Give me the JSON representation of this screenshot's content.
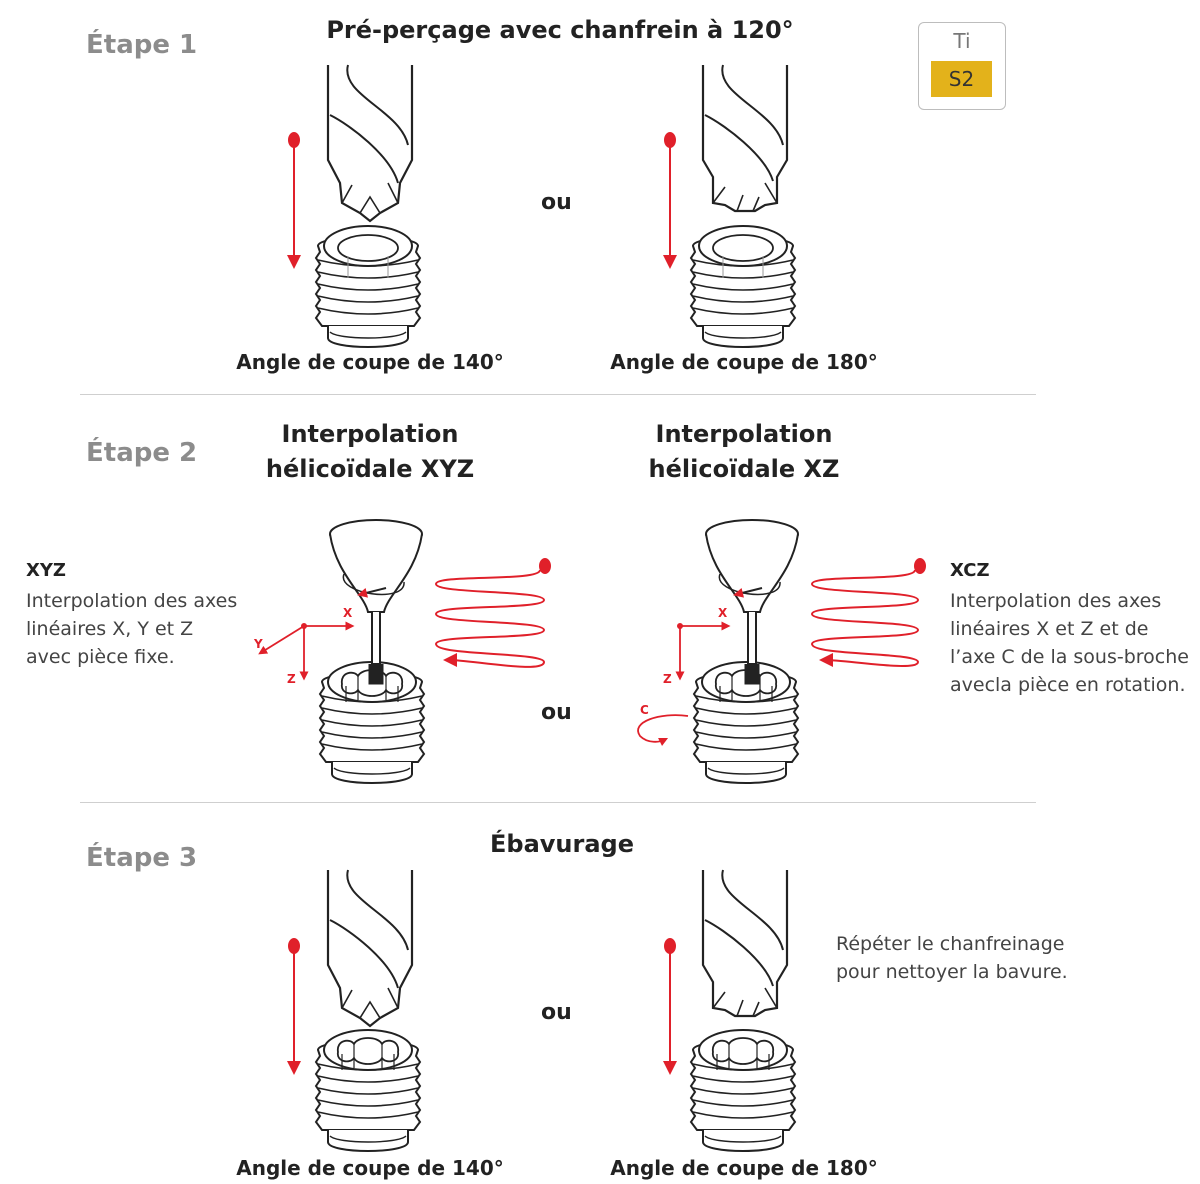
{
  "badge": {
    "top": "Ti",
    "bottom": "S2"
  },
  "colors": {
    "accent": "#e0202a",
    "badge": "#e3b21b",
    "step": "#8c8c8c"
  },
  "step1": {
    "label": "Étape 1",
    "title": "Pré-perçage avec chanfrein à 120°",
    "or": "ou",
    "caption_left": "Angle de coupe de 140°",
    "caption_right": "Angle de coupe de 180°"
  },
  "step2": {
    "label": "Étape 2",
    "title_left_1": "Interpolation",
    "title_left_2": "hélicoïdale XYZ",
    "title_right_1": "Interpolation",
    "title_right_2": "hélicoïdale XZ",
    "or": "ou",
    "axis_x": "X",
    "axis_y": "Y",
    "axis_z": "Z",
    "axis_c": "C",
    "note_left_head": "XYZ",
    "note_left_lines": [
      "Interpolation des axes",
      "linéaires X, Y et Z",
      "avec pièce fixe."
    ],
    "note_right_head": "XCZ",
    "note_right_lines": [
      "Interpolation des axes",
      "linéaires X et Z et de",
      "l’axe C de la sous-broche",
      "avecla pièce en rotation."
    ]
  },
  "step3": {
    "label": "Étape 3",
    "title": "Ébavurage",
    "or": "ou",
    "caption_left": "Angle de coupe de 140°",
    "caption_right": "Angle de coupe de 180°",
    "note_lines": [
      "Répéter le chanfreinage",
      "pour nettoyer la bavure."
    ]
  }
}
